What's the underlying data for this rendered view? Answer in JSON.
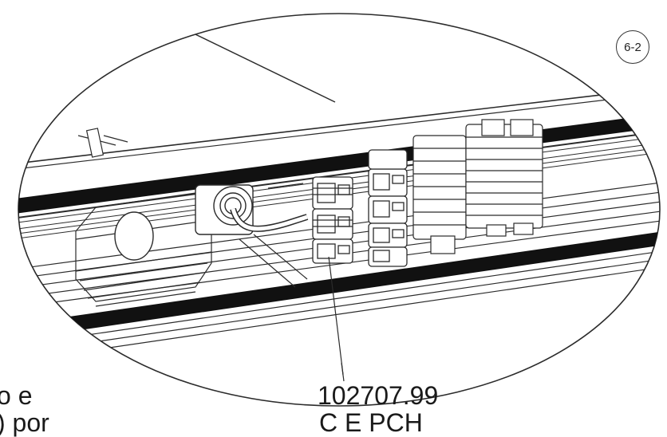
{
  "step_badge": "6-2",
  "callout": {
    "part_number": "102707.99"
  },
  "clipped_text": {
    "left_line_1": "o e",
    "left_line_2": ") por",
    "right_line_2": "C                  E PCH"
  },
  "colors": {
    "line": "#2b2b2b",
    "background": "#ffffff"
  }
}
